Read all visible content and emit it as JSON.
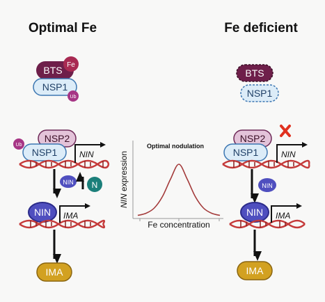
{
  "titles": {
    "left": "Optimal Fe",
    "right": "Fe deficient"
  },
  "proteins": {
    "bts": "BTS",
    "fe": "Fe",
    "nsp1": "NSP1",
    "nsp2": "NSP2",
    "ub": "Ub",
    "nin": "NIN",
    "n": "N",
    "ima": "IMA"
  },
  "genes": {
    "nin": "NIN",
    "ima": "IMA"
  },
  "chart_data": {
    "type": "line",
    "title": "Optimal nodulation",
    "xlabel": "Fe concentration",
    "ylabel_italic": "NIN",
    "ylabel_rest": " expression",
    "series": [
      {
        "x": [
          0,
          0.1,
          0.2,
          0.3,
          0.4,
          0.5,
          0.6,
          0.7,
          0.8,
          0.9,
          1.0
        ],
        "values": [
          0.02,
          0.06,
          0.16,
          0.38,
          0.72,
          1.0,
          0.72,
          0.38,
          0.16,
          0.06,
          0.02
        ]
      }
    ],
    "color": "#a33a3a"
  },
  "colors": {
    "bts": "#6e1f4a",
    "fe": "#a82a52",
    "nsp1": "#dcecf8",
    "nsp1_border": "#3d77b2",
    "nsp2": "#e3c3d9",
    "nsp2_border": "#6e2a58",
    "ub": "#a63585",
    "nin": "#4f4fbf",
    "nin_dark": "#2b2b8a",
    "n": "#1b7f7a",
    "ima": "#d2a121",
    "ima_border": "#8a6510",
    "dna_red": "#c53a3a",
    "cross": "#e0301e"
  }
}
